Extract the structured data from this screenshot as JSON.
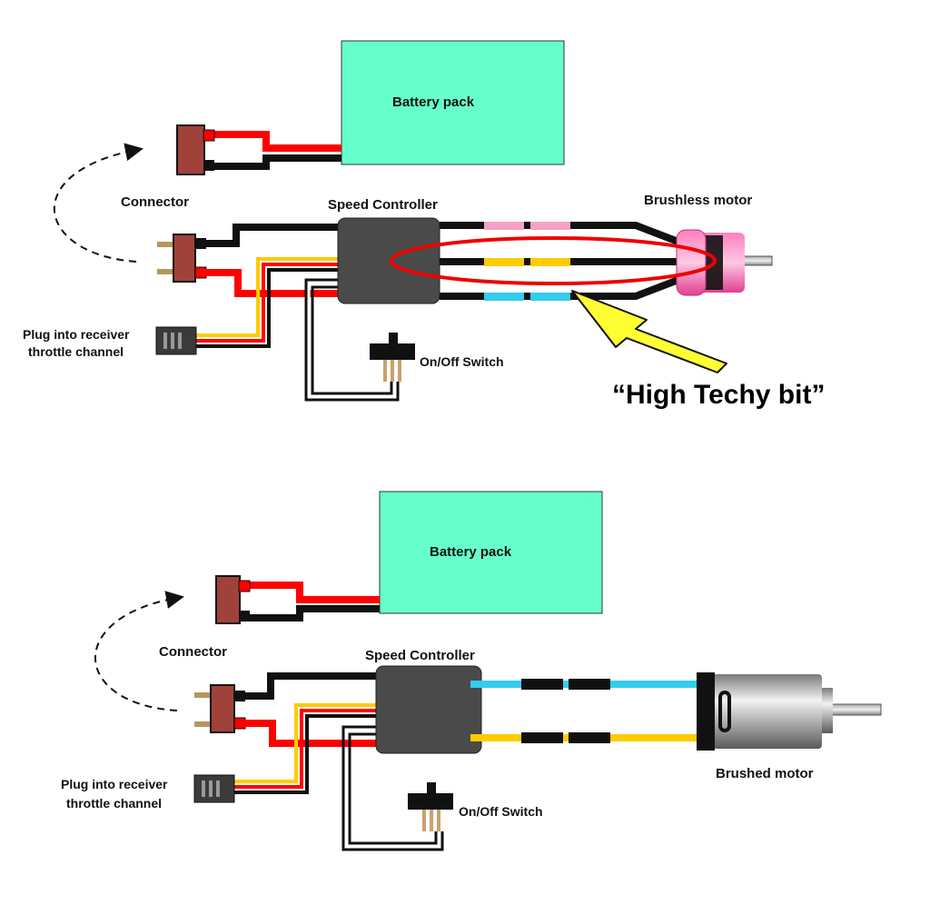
{
  "top": {
    "battery_label": "Battery pack",
    "connector_label": "Connector",
    "controller_label": "Speed Controller",
    "motor_label": "Brushless motor",
    "receiver_label_line1": "Plug into receiver",
    "receiver_label_line2": "throttle channel",
    "switch_label": "On/Off Switch",
    "callout_text": "“High Techy bit”"
  },
  "bottom": {
    "battery_label": "Battery pack",
    "connector_label": "Connector",
    "controller_label": "Speed Controller",
    "motor_label": "Brushed motor",
    "receiver_label_line1": "Plug into receiver",
    "receiver_label_line2": "throttle channel",
    "switch_label": "On/Off Switch"
  },
  "colors": {
    "battery": "#66ffcc",
    "controller": "#4a4a4a",
    "wire_red": "#ff0000",
    "wire_black": "#111111",
    "wire_yellow": "#ffcc00",
    "wire_pink": "#f7a1c8",
    "wire_blue": "#33ccee",
    "connector": "#a0423a",
    "highlight_ellipse": "#ee0000",
    "arrow": "#ffff33"
  }
}
